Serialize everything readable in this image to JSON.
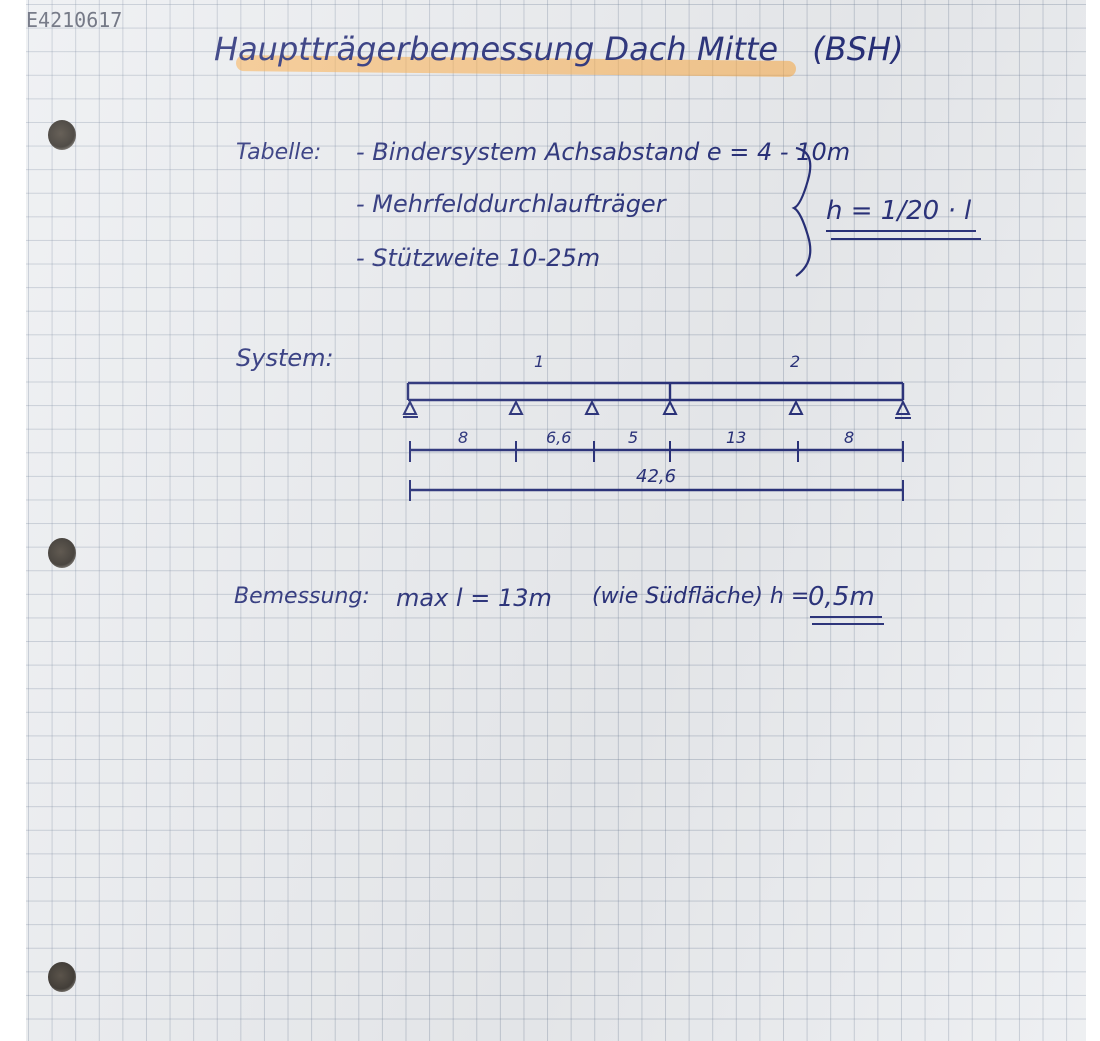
{
  "header": {
    "page_id": "E4210617",
    "title": "Hauptträgerbemessung Dach Mitte",
    "title_material": "(BSH)"
  },
  "table": {
    "label": "Tabelle:",
    "items": [
      "- Bindersystem Achsabstand e = 4 - 10m",
      "- Mehrfelddurchlaufträger",
      "- Stützweite 10-25m"
    ],
    "formula": "h = 1/20 · l"
  },
  "system": {
    "label": "System:",
    "joint_marks": [
      "1",
      "2"
    ],
    "spans": [
      "8",
      "6,6",
      "5",
      "13",
      "8"
    ],
    "total_length": "42,6"
  },
  "calc": {
    "label": "Bemessung:",
    "text": "max l = 13m",
    "note": "(wie Südfläche) h =",
    "result": "0,5m"
  },
  "colors": {
    "ink": "#28307a",
    "highlight": "#ffaa3c",
    "grid": "#6e7d96"
  }
}
